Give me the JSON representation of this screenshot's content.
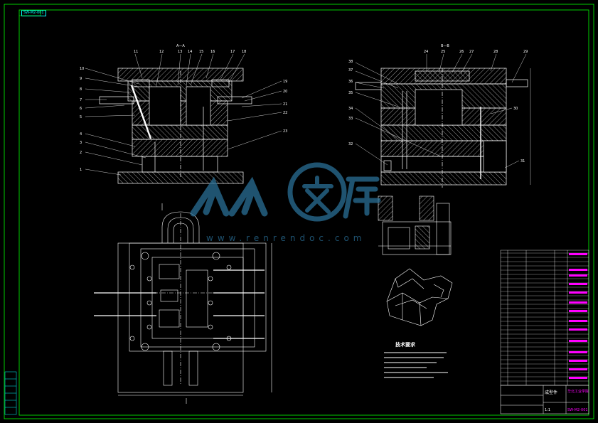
{
  "drawing": {
    "drawing_no_tag": "SW-M2-001",
    "section_a": "A—A",
    "section_b": "B—B",
    "notes_title": "技术要求",
    "watermark_text": "www.renrendoc.com",
    "title_block": {
      "designer": "成型件",
      "school": "华北工业学院",
      "drawing_no": "SW-M2-001",
      "scale": "1:1"
    }
  },
  "colors": {
    "background": "#000000",
    "lines": "#ffffff",
    "accent": "#ff00ff",
    "cyan": "#00ffff",
    "green": "#00ff00"
  }
}
